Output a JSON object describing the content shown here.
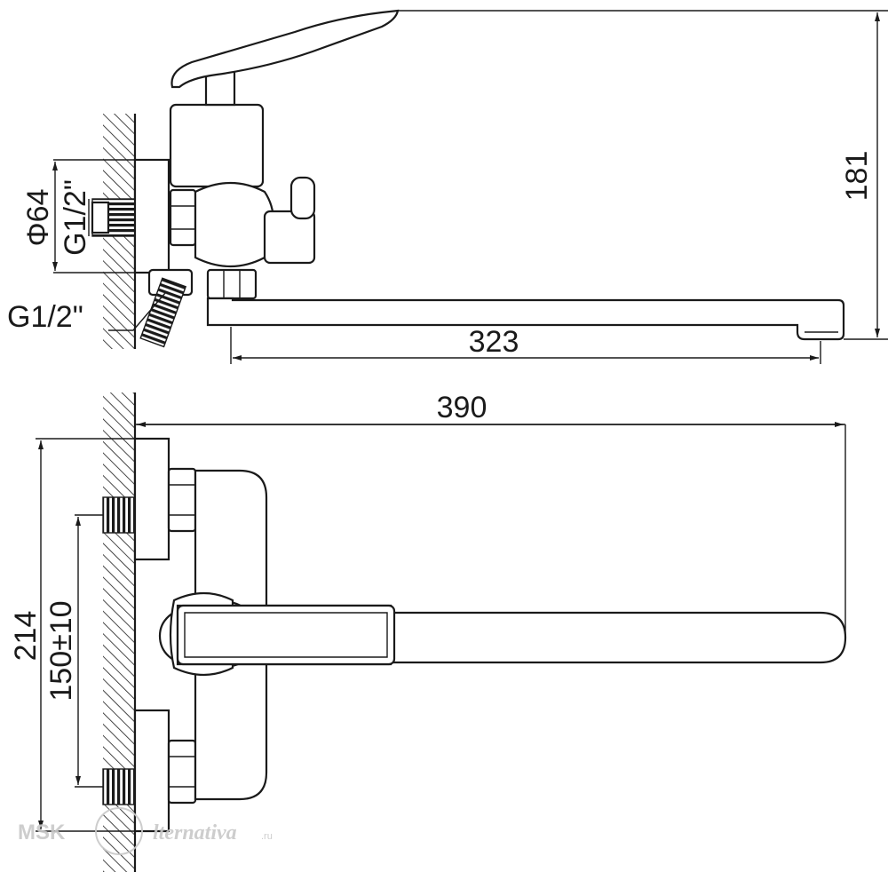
{
  "side_view": {
    "height_dim": "181",
    "diameter_dim": "Φ64",
    "inlet_thread": "G1/2\"",
    "shower_thread": "G1/2\"",
    "spout_reach": "323"
  },
  "top_view": {
    "overall_length": "390",
    "overall_width": "214",
    "center_distance": "150±10"
  },
  "watermark": {
    "left": "MSK",
    "right": "lternativa",
    "suffix": ".ru",
    "color": "#c8c8c8"
  },
  "colors": {
    "line": "#1a1a1a",
    "background": "#ffffff"
  }
}
